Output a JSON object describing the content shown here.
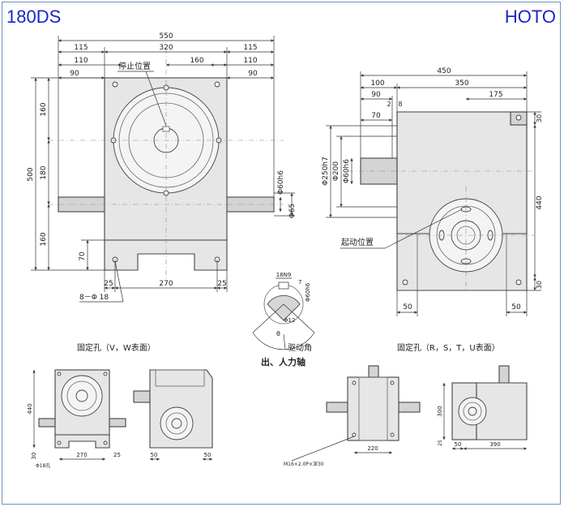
{
  "header": {
    "model": "180DS",
    "brand": "HOTO"
  },
  "front_view": {
    "dims_top": [
      "550",
      "115",
      "320",
      "115",
      "110",
      "160",
      "110",
      "90",
      "90"
    ],
    "dims_left": [
      "500",
      "160",
      "180",
      "160",
      "70"
    ],
    "dims_bottom": [
      "25",
      "270",
      "25"
    ],
    "shaft": [
      "Φ60h6",
      "Φ65"
    ],
    "callout_stop": "停止位置",
    "callout_holes": "8－Φ 18"
  },
  "side_view": {
    "dims_top": [
      "450",
      "100",
      "350",
      "90",
      "2",
      "8",
      "175",
      "70"
    ],
    "dims_left": [
      "Φ250h7",
      "Φ200",
      "Φ60h6"
    ],
    "dims_right": [
      "30",
      "440",
      "30"
    ],
    "dims_bottom": [
      "50",
      "50"
    ],
    "callout_start": "起动位置"
  },
  "shaft_detail": {
    "key": "18N9",
    "dims": [
      "7",
      "Φ60h6",
      "Φ12",
      "θ"
    ],
    "angle_label": "驱动角",
    "title": "出、人力轴"
  },
  "mount_vw": {
    "title": "固定孔（V，W表面）",
    "dims": [
      "440",
      "30",
      "270",
      "25",
      "50",
      "50"
    ],
    "hole_label": "Φ18孔"
  },
  "mount_rstu": {
    "title": "固定孔（R，S，T，U表面）",
    "dims": [
      "220",
      "300",
      "25",
      "50",
      "390"
    ],
    "thread_label": "M16×2.0P×深30"
  }
}
